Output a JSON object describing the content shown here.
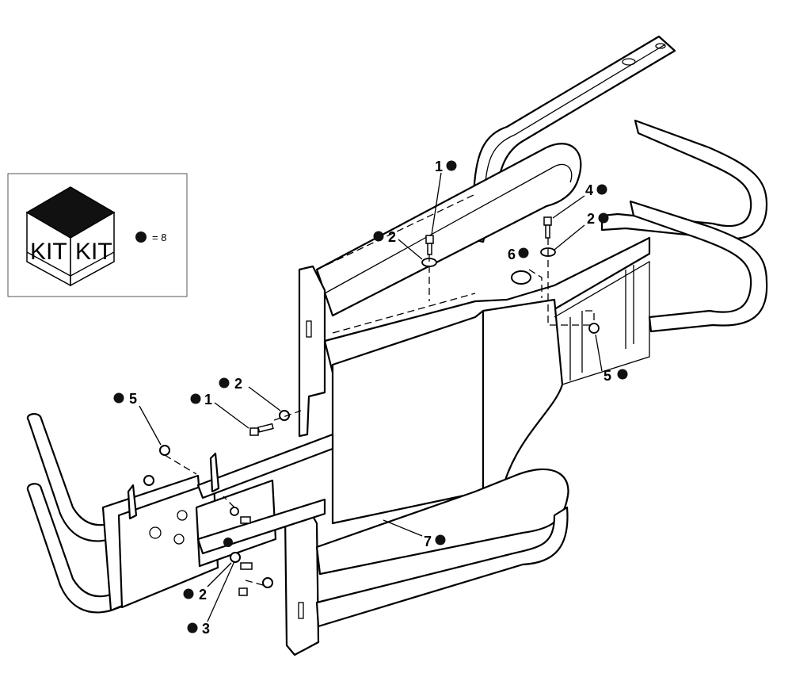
{
  "legend": {
    "kit_text_left": "KIT",
    "kit_text_right": "KIT",
    "equals_text": "= 8",
    "marker_color": "#111111",
    "marker_icon": "black-dot-icon"
  },
  "callouts": [
    {
      "id": "c1a",
      "number": "1"
    },
    {
      "id": "c2a",
      "number": "2"
    },
    {
      "id": "c4",
      "number": "4"
    },
    {
      "id": "c2b",
      "number": "2"
    },
    {
      "id": "c6",
      "number": "6"
    },
    {
      "id": "c5a",
      "number": "5"
    },
    {
      "id": "c2c",
      "number": "2"
    },
    {
      "id": "c1b",
      "number": "1"
    },
    {
      "id": "c5b",
      "number": "5"
    },
    {
      "id": "c7",
      "number": "7"
    },
    {
      "id": "c2d",
      "number": "2"
    },
    {
      "id": "c3",
      "number": "3"
    }
  ]
}
